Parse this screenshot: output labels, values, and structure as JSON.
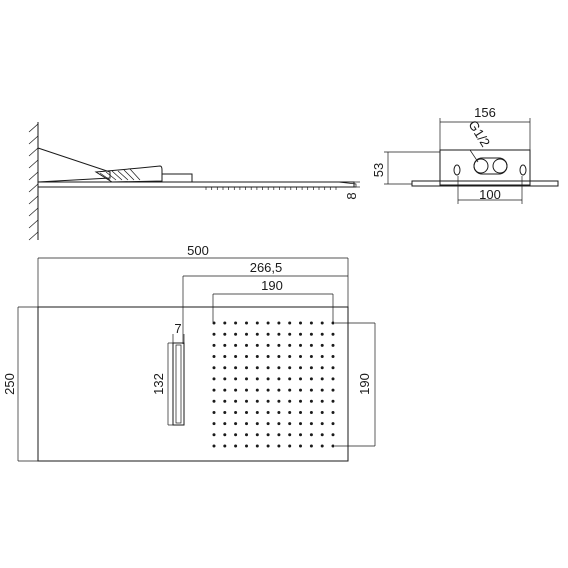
{
  "dimensions": {
    "width_total": "500",
    "depth_total": "250",
    "offset_nozzle": "266,5",
    "nozzle_width": "190",
    "nozzle_depth": "190",
    "blade_height": "132",
    "blade_width": "7",
    "plate_thickness": "8",
    "box_width": "156",
    "box_height": "53",
    "connection_spacing": "100",
    "thread": "G1/2"
  },
  "nozzle_grid": {
    "rows": 12,
    "cols": 12
  },
  "colors": {
    "line": "#1a1a1a",
    "background": "#ffffff"
  }
}
